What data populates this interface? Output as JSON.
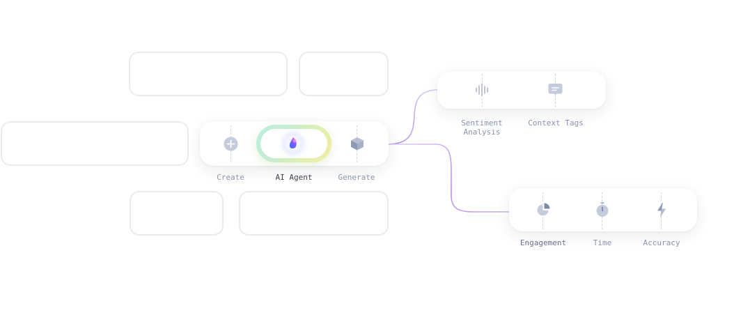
{
  "center_node": {
    "left_action": {
      "label": "Create",
      "icon": "plus-circle-icon"
    },
    "agent": {
      "label": "AI Agent",
      "icon": "ai-orb-icon"
    },
    "right_action": {
      "label": "Generate",
      "icon": "cube-icon"
    }
  },
  "top_branch": {
    "items": [
      {
        "label": "Sentiment\nAnalysis",
        "icon": "soundwave-icon"
      },
      {
        "label": "Context Tags",
        "icon": "message-tag-icon"
      }
    ]
  },
  "bottom_branch": {
    "items": [
      {
        "label": "Engagement",
        "icon": "pie-chart-icon"
      },
      {
        "label": "Time",
        "icon": "stopwatch-icon"
      },
      {
        "label": "Accuracy",
        "icon": "lightning-icon"
      }
    ]
  },
  "colors": {
    "connector": "#b894f0",
    "icon_fill": "#c3cbdc",
    "label": "#8894ab",
    "ghost_border": "#ebebeb"
  }
}
